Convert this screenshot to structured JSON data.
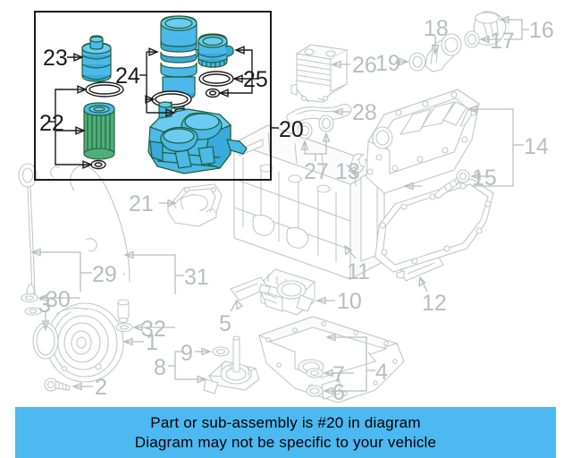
{
  "diagram": {
    "title": "Engine oil filter housing parts diagram",
    "highlight_color": "#4cb9e8",
    "gray_color": "#b9bcc0",
    "highlighted_callout": "20",
    "callouts": [
      {
        "id": "c1",
        "number": "1",
        "style": "gray"
      },
      {
        "id": "c2",
        "number": "2",
        "style": "gray"
      },
      {
        "id": "c3",
        "number": "3",
        "style": "gray"
      },
      {
        "id": "c4",
        "number": "4",
        "style": "gray"
      },
      {
        "id": "c5",
        "number": "5",
        "style": "gray"
      },
      {
        "id": "c6",
        "number": "6",
        "style": "gray"
      },
      {
        "id": "c7",
        "number": "7",
        "style": "gray"
      },
      {
        "id": "c8",
        "number": "8",
        "style": "gray"
      },
      {
        "id": "c9",
        "number": "9",
        "style": "gray"
      },
      {
        "id": "c10",
        "number": "10",
        "style": "gray"
      },
      {
        "id": "c11",
        "number": "11",
        "style": "gray"
      },
      {
        "id": "c12",
        "number": "12",
        "style": "gray"
      },
      {
        "id": "c13",
        "number": "13",
        "style": "gray"
      },
      {
        "id": "c14",
        "number": "14",
        "style": "gray"
      },
      {
        "id": "c15",
        "number": "15",
        "style": "gray"
      },
      {
        "id": "c16",
        "number": "16",
        "style": "gray"
      },
      {
        "id": "c17",
        "number": "17",
        "style": "gray"
      },
      {
        "id": "c18",
        "number": "18",
        "style": "gray"
      },
      {
        "id": "c19",
        "number": "19",
        "style": "gray"
      },
      {
        "id": "c20",
        "number": "20",
        "style": "black"
      },
      {
        "id": "c21",
        "number": "21",
        "style": "gray"
      },
      {
        "id": "c22",
        "number": "22",
        "style": "black"
      },
      {
        "id": "c23",
        "number": "23",
        "style": "black"
      },
      {
        "id": "c24",
        "number": "24",
        "style": "black"
      },
      {
        "id": "c25",
        "number": "25",
        "style": "black"
      },
      {
        "id": "c26",
        "number": "26",
        "style": "gray"
      },
      {
        "id": "c27",
        "number": "27",
        "style": "gray"
      },
      {
        "id": "c28",
        "number": "28",
        "style": "gray"
      },
      {
        "id": "c29",
        "number": "29",
        "style": "gray"
      },
      {
        "id": "c30",
        "number": "30",
        "style": "gray"
      },
      {
        "id": "c31",
        "number": "31",
        "style": "gray"
      },
      {
        "id": "c32",
        "number": "32",
        "style": "gray"
      }
    ]
  },
  "banner": {
    "line1": "Part or sub-assembly is #20 in diagram",
    "line2": "Diagram may not be specific to your vehicle",
    "background": "#4cb9f0"
  }
}
